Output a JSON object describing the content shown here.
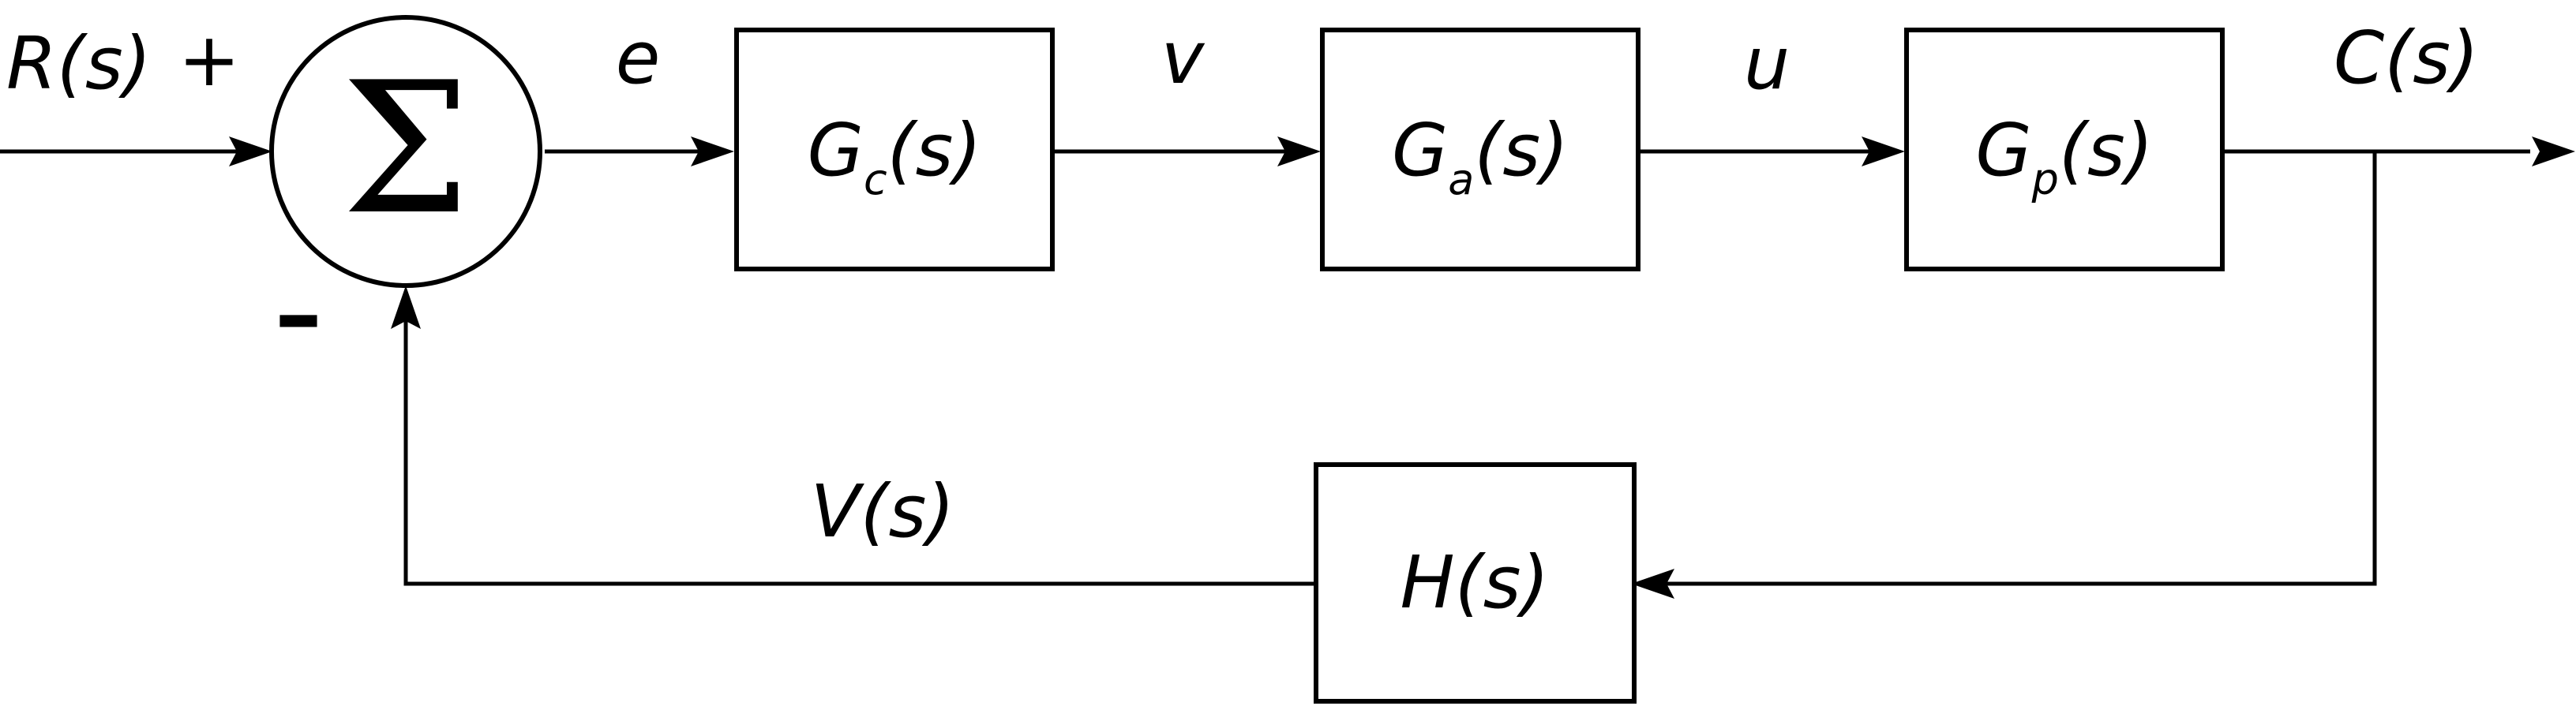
{
  "signals": {
    "input": "R(s)",
    "error": "e",
    "controller_out": "v",
    "actuator_out": "u",
    "output": "C(s)",
    "feedback": "V(s)"
  },
  "summing_junction": {
    "symbol": "Σ",
    "plus_sign": "+",
    "minus_sign": "–"
  },
  "blocks": {
    "controller": {
      "main": "G",
      "sub": "c",
      "arg": "(s)"
    },
    "actuator": {
      "main": "G",
      "sub": "a",
      "arg": "(s)"
    },
    "plant": {
      "main": "G",
      "sub": "p",
      "arg": "(s)"
    },
    "feedback": {
      "main": "H",
      "arg": "(s)"
    }
  }
}
